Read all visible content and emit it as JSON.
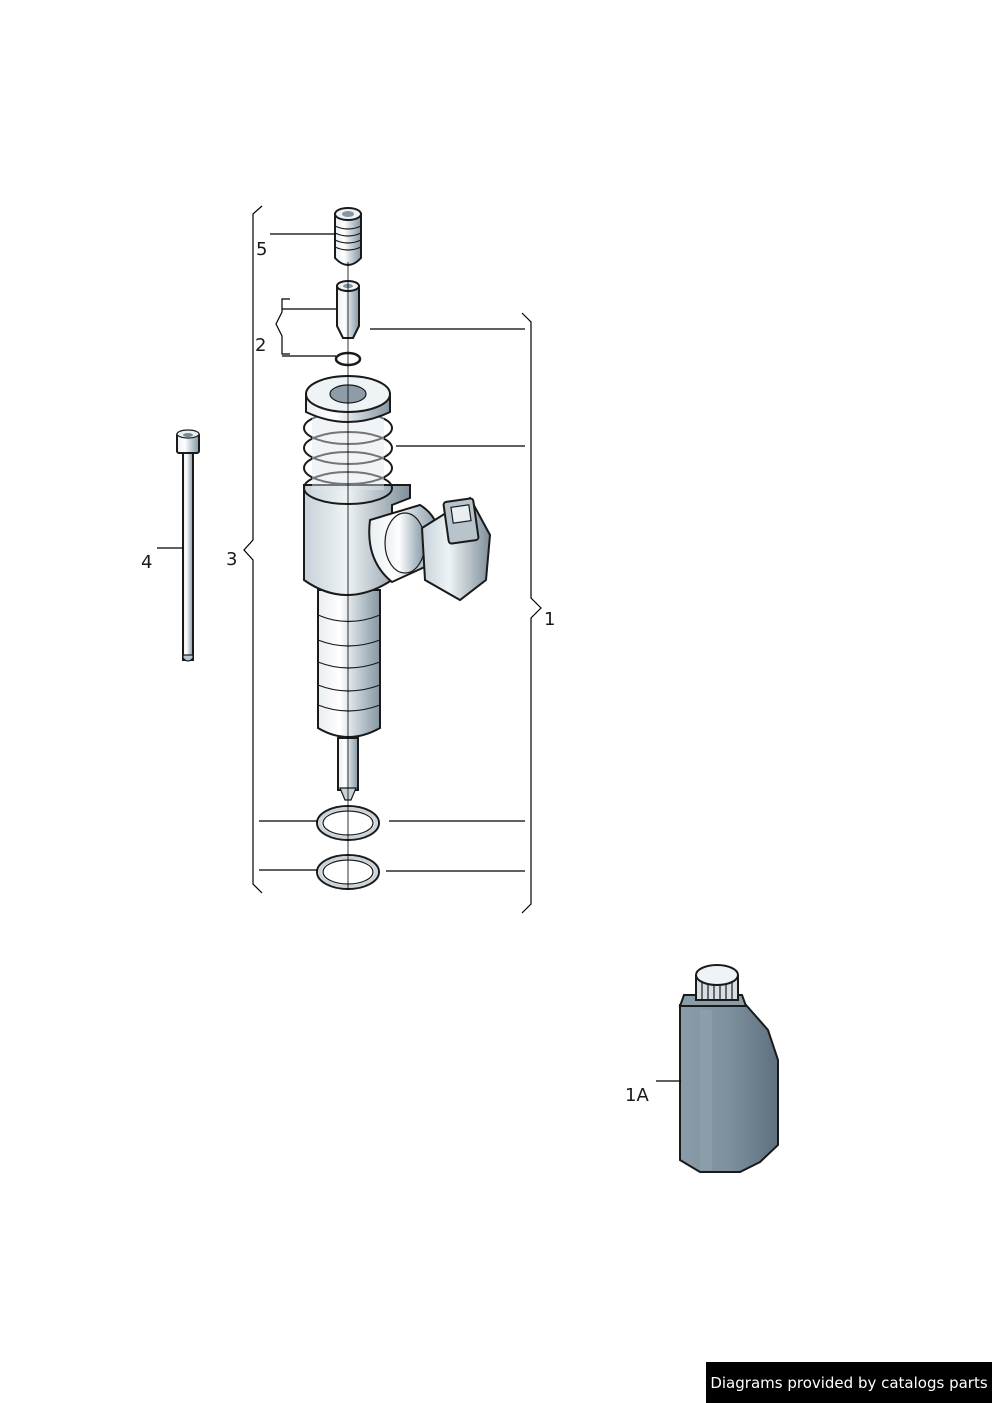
{
  "callouts": {
    "item_1": "1",
    "item_1a": "1A",
    "item_2": "2",
    "item_3": "3",
    "item_4": "4",
    "item_5": "5"
  },
  "footer": {
    "credit": "Diagrams provided by catalogs parts"
  },
  "colors": {
    "part_fill": "#c9d3d9",
    "part_shade": "#9aa8b2",
    "bottle_fill": "#7a8d9a",
    "line": "#000000"
  }
}
